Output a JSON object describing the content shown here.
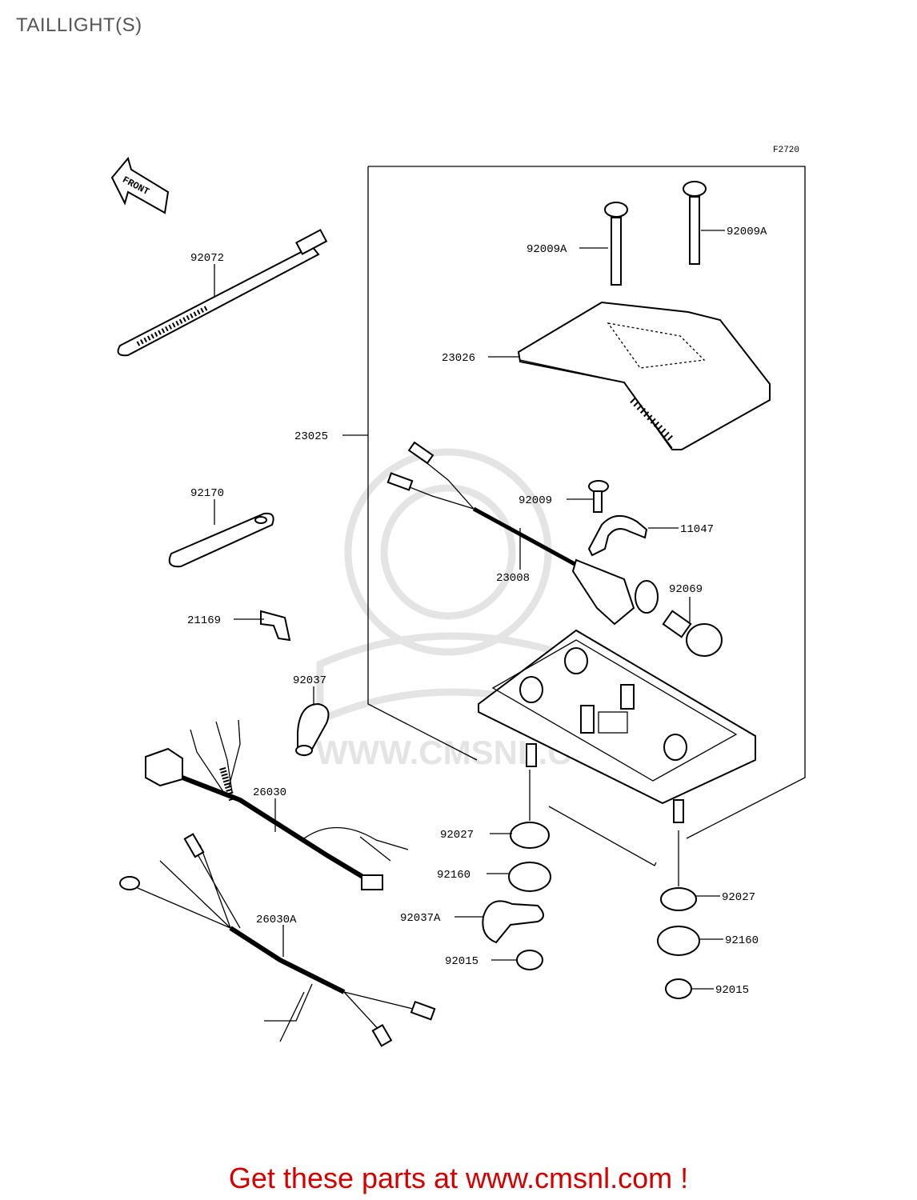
{
  "page": {
    "title": "TAILLIGHT(S)",
    "figure_code": "F2720",
    "footer_text": "Get these parts at www.cmsnl.com !",
    "watermark_text": "WWW.CMSNL.COM"
  },
  "front_arrow_label": "FRONT",
  "parts": [
    {
      "id": "p-92072",
      "label": "92072"
    },
    {
      "id": "p-92009A-1",
      "label": "92009A"
    },
    {
      "id": "p-92009A-2",
      "label": "92009A"
    },
    {
      "id": "p-23026",
      "label": "23026"
    },
    {
      "id": "p-23025",
      "label": "23025"
    },
    {
      "id": "p-92170",
      "label": "92170"
    },
    {
      "id": "p-92009",
      "label": "92009"
    },
    {
      "id": "p-11047",
      "label": "11047"
    },
    {
      "id": "p-23008",
      "label": "23008"
    },
    {
      "id": "p-92069",
      "label": "92069"
    },
    {
      "id": "p-21169",
      "label": "21169"
    },
    {
      "id": "p-92037",
      "label": "92037"
    },
    {
      "id": "p-26030",
      "label": "26030"
    },
    {
      "id": "p-92027-1",
      "label": "92027"
    },
    {
      "id": "p-92160-1",
      "label": "92160"
    },
    {
      "id": "p-92037A",
      "label": "92037A"
    },
    {
      "id": "p-92015-1",
      "label": "92015"
    },
    {
      "id": "p-26030A",
      "label": "26030A"
    },
    {
      "id": "p-92027-2",
      "label": "92027"
    },
    {
      "id": "p-92160-2",
      "label": "92160"
    },
    {
      "id": "p-92015-2",
      "label": "92015"
    }
  ],
  "colors": {
    "footer": "#d40000",
    "title": "#555555",
    "watermark": "#e4e4e4"
  }
}
